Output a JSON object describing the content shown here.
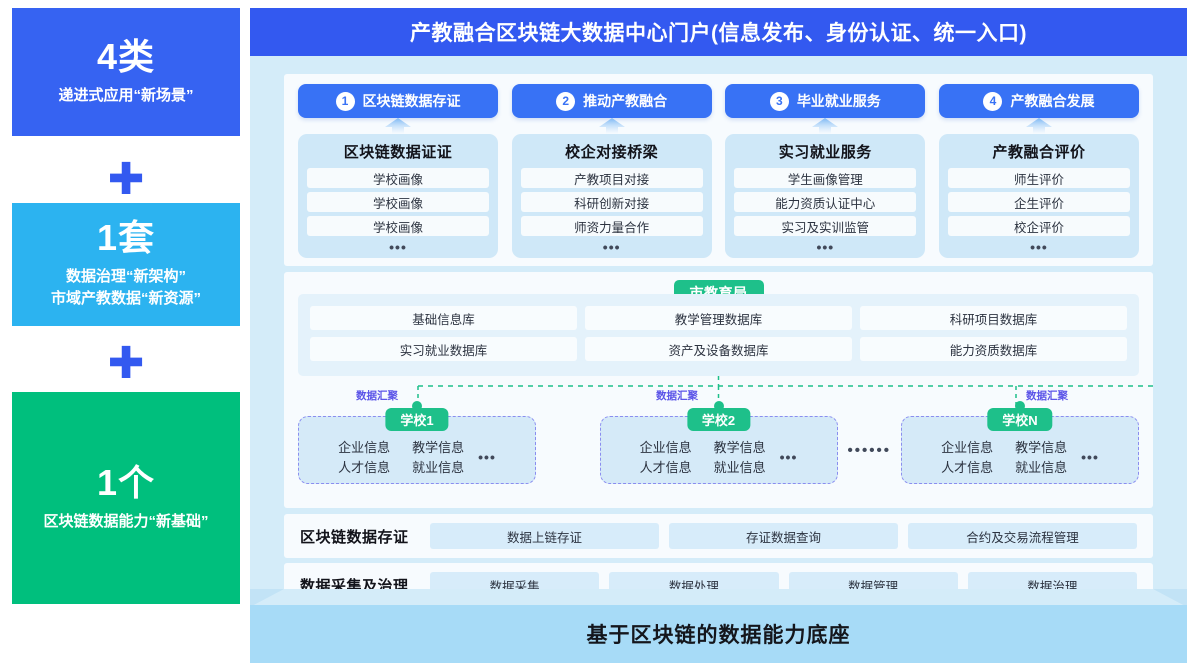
{
  "rail": {
    "cards": [
      {
        "big": "4类",
        "sub": "递进式应用“新场景”",
        "color": "#3663f2"
      },
      {
        "big": "1套",
        "sub": "数据治理“新架构”\n市域产教数据“新资源”",
        "sub_line1": "数据治理“新架构”",
        "sub_line2": "市域产教数据“新资源”",
        "color": "#2cb3f0"
      },
      {
        "big": "1个",
        "sub": "区块链数据能力“新基础”",
        "color": "#00bf7d"
      }
    ],
    "plus": "✚"
  },
  "portal": {
    "title": "产教融合区块链大数据中心门户(信息发布、身份认证、统一入口)"
  },
  "apps": {
    "tabs": [
      {
        "num": "1",
        "label": "区块链数据存证"
      },
      {
        "num": "2",
        "label": "推动产教融合"
      },
      {
        "num": "3",
        "label": "毕业就业服务"
      },
      {
        "num": "4",
        "label": "产教融合发展"
      }
    ],
    "cards": [
      {
        "title": "区块链数据证证",
        "items": [
          "学校画像",
          "学校画像",
          "学校画像"
        ],
        "more": "•••"
      },
      {
        "title": "校企对接桥梁",
        "items": [
          "产教项目对接",
          "科研创新对接",
          "师资力量合作"
        ],
        "more": "•••"
      },
      {
        "title": "实习就业服务",
        "items": [
          "学生画像管理",
          "能力资质认证中心",
          "实习及实训监管"
        ],
        "more": "•••"
      },
      {
        "title": "产教融合评价",
        "items": [
          "师生评价",
          "企生评价",
          "校企评价"
        ],
        "more": "•••"
      }
    ]
  },
  "governance": {
    "bureau": "市教育局",
    "databases": [
      [
        "基础信息库",
        "教学管理数据库",
        "科研项目数据库"
      ],
      [
        "实习就业数据库",
        "资产及设备数据库",
        "能力资质数据库"
      ]
    ],
    "aggregate_label": "数据汇聚",
    "schools": [
      {
        "name": "学校1",
        "fields": [
          "企业信息",
          "教学信息",
          "人才信息",
          "就业信息"
        ],
        "more": "•••"
      },
      {
        "name": "学校2",
        "fields": [
          "企业信息",
          "教学信息",
          "人才信息",
          "就业信息"
        ],
        "more": "•••"
      },
      {
        "name": "学校N",
        "fields": [
          "企业信息",
          "教学信息",
          "人才信息",
          "就业信息"
        ],
        "more": "•••"
      }
    ],
    "ellipsis": "••••••"
  },
  "chain_row": {
    "label": "区块链数据存证",
    "items": [
      "数据上链存证",
      "存证数据查询",
      "合约及交易流程管理"
    ]
  },
  "collect_row": {
    "label": "数据采集及治理",
    "items": [
      "数据采集",
      "数据处理",
      "数据管理",
      "数据治理"
    ]
  },
  "plinth": {
    "title": "基于区块链的数据能力底座"
  },
  "colors": {
    "brand_blue": "#3359f0",
    "tab_blue": "#3872f5",
    "cyan": "#2cb3f0",
    "green": "#00bf7d",
    "chip_green": "#1ec08a",
    "panel_bg": "#d4ecf9",
    "card_bg": "#cfe8f8",
    "plinth": "#a7dbf7",
    "dash_purple": "#8a8df0"
  }
}
